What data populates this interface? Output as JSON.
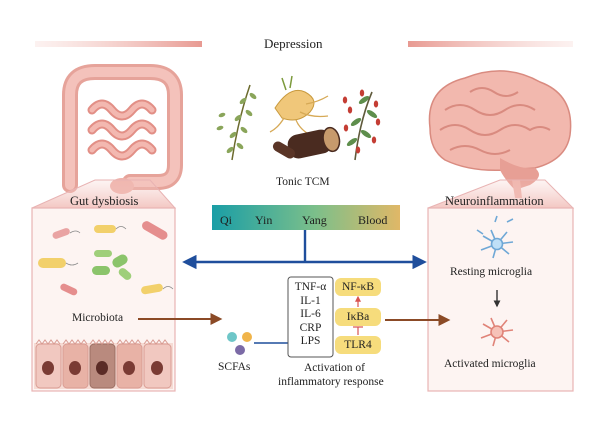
{
  "title": "Depression",
  "tcm_label": "Tonic TCM",
  "gut_label": "Gut dysbiosis",
  "neuro_label": "Neuroinflammation",
  "tcm_bar": [
    "Qi",
    "Yin",
    "Yang",
    "Blood"
  ],
  "microbiota_label": "Microbiota",
  "scfa_label": "SCFAs",
  "cytokines": [
    "TNF-α",
    "IL-1",
    "IL-6",
    "CRP",
    "LPS"
  ],
  "pathway": {
    "top": "NF-κB",
    "middle": "IκBa",
    "bottom": "TLR4"
  },
  "activation_label": {
    "line1": "Activation of",
    "line2": "inflammatory response"
  },
  "resting_label": "Resting microglia",
  "activated_label": "Activated microglia",
  "colors": {
    "panel_border": "#e8b3b3",
    "panel_fill": "#fdf0ee",
    "arrow_blue": "#1f4e9c",
    "arrow_brown": "#8b4a26",
    "pathway_box": "#f6dc7c",
    "bar_start": "#1a9ea6",
    "bar_end": "#e0b867"
  }
}
